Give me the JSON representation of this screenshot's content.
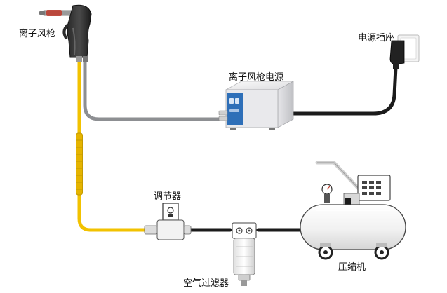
{
  "labels": {
    "ion_gun": "离子风枪",
    "power_outlet": "电源插座",
    "ion_gun_power_supply": "离子风枪电源",
    "regulator": "调节器",
    "air_filter": "空气过滤器",
    "compressor": "压缩机"
  },
  "colors": {
    "yellow_hose": "#f2c200",
    "gray_cable": "#8d8f92",
    "black_cable": "#1b1b1b",
    "power_box_body": "#e9e9ec",
    "power_box_front": "#2e6fb8",
    "compressor_tank": "#f5f5f5"
  }
}
